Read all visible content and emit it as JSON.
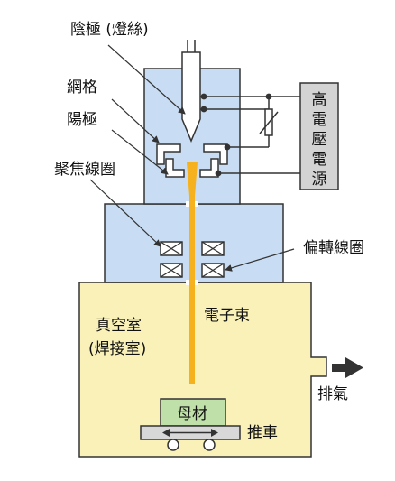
{
  "labels": {
    "cathode": "陰極 (燈絲)",
    "grid": "網格",
    "anode": "陽極",
    "focus_coil": "聚焦線圈",
    "deflection_coil": "偏轉線圈",
    "electron_beam": "電子束",
    "vacuum_chamber_line1": "真空室",
    "vacuum_chamber_line2": "(焊接室)",
    "exhaust": "排氣",
    "base_material": "母材",
    "cart": "推車",
    "hv_chars": [
      "高",
      "電",
      "壓",
      "電",
      "源"
    ]
  },
  "colors": {
    "chamber_fill": "#f9f1b8",
    "column_fill": "#c8dcf3",
    "hv_fill": "#d3d3d3",
    "material_fill": "#bfe0a8",
    "cart_fill": "#d8d8d8",
    "beam": "#f5b21e",
    "stroke": "#333333"
  }
}
